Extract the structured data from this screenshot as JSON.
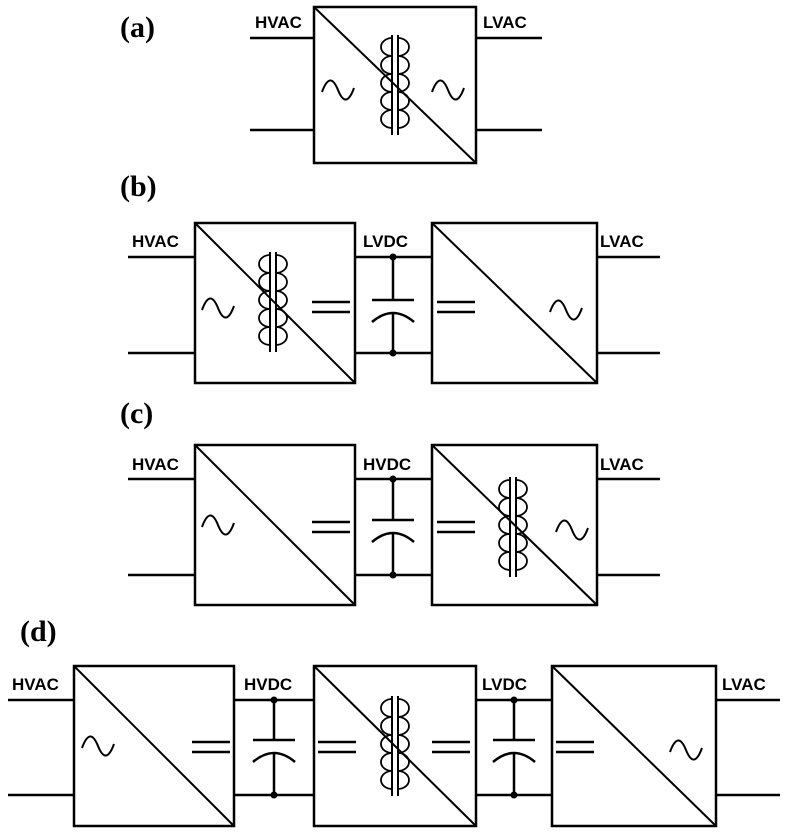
{
  "panels": [
    {
      "label": "(a)",
      "input": "HVAC",
      "output": "LVAC"
    },
    {
      "label": "(b)",
      "input": "HVAC",
      "link": "LVDC",
      "output": "LVAC"
    },
    {
      "label": "(c)",
      "input": "HVAC",
      "link": "HVDC",
      "output": "LVAC"
    },
    {
      "label": "(d)",
      "input": "HVAC",
      "link1": "HVDC",
      "link2": "LVDC",
      "output": "LVAC"
    }
  ],
  "icons": [
    "ac-sine-symbol",
    "dc-equals-symbol",
    "transformer-symbol",
    "capacitor-symbol"
  ]
}
